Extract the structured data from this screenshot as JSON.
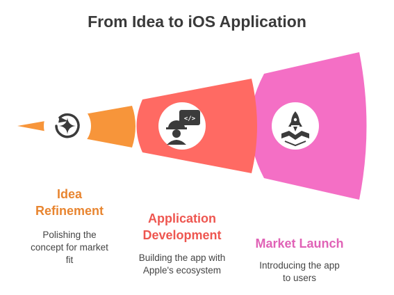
{
  "title": "From Idea to iOS Application",
  "colors": {
    "orange": "#f7953a",
    "red": "#ff6a63",
    "pink": "#f46fc5",
    "title_orange": "#e88530",
    "title_red": "#ee5650",
    "title_pink": "#e062b6",
    "icon": "#3b3b3b"
  },
  "stages": [
    {
      "title_line1": "Idea",
      "title_line2": "Refinement",
      "desc_line1": "Polishing the",
      "desc_line2": "concept for market",
      "desc_line3": "fit",
      "icon": "refresh-sparkle-icon"
    },
    {
      "title_line1": "Application",
      "title_line2": "Development",
      "desc_line1": "Building the app with",
      "desc_line2": "Apple's ecosystem",
      "icon": "developer-coding-icon"
    },
    {
      "title_line1": "Market Launch",
      "desc_line1": "Introducing the app",
      "desc_line2": "to users",
      "icon": "rocket-launch-icon"
    }
  ]
}
